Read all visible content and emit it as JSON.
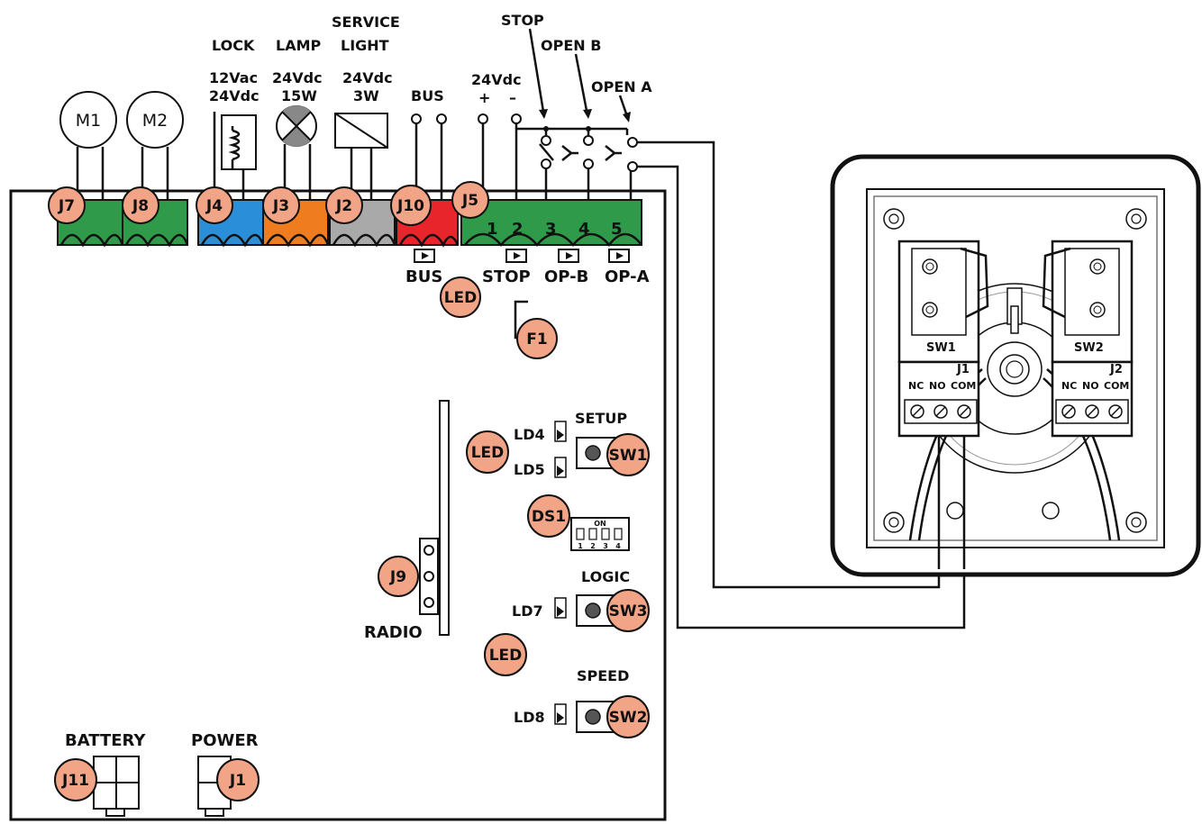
{
  "top_labels": {
    "lock": "LOCK",
    "lock_voltage_1": "12Vac",
    "lock_voltage_2": "24Vdc",
    "lamp": "LAMP",
    "lamp_voltage": "24Vdc",
    "lamp_power": "15W",
    "service_1": "SERVICE",
    "service_2": "LIGHT",
    "service_voltage": "24Vdc",
    "service_power": "3W",
    "bus": "BUS",
    "supply_voltage": "24Vdc",
    "plus": "+",
    "minus": "–",
    "stop": "STOP",
    "open_b": "OPEN B",
    "open_a": "OPEN A"
  },
  "motors": {
    "m1": "M1",
    "m2": "M2"
  },
  "connectors": {
    "j7": "J7",
    "j8": "J8",
    "j4": "J4",
    "j3": "J3",
    "j2": "J2",
    "j10": "J10",
    "j5": "J5",
    "j9": "J9",
    "j11": "J11",
    "j1": "J1"
  },
  "terminal_numbers": [
    "1",
    "2",
    "3",
    "4",
    "5"
  ],
  "indicator_labels": {
    "bus": "BUS",
    "stop": "STOP",
    "op_b": "OP-B",
    "op_a": "OP-A"
  },
  "components": {
    "led_1": "LED",
    "led_2": "LED",
    "led_3": "LED",
    "f1": "F1",
    "ds1": "DS1",
    "dip_on": "ON",
    "dip_numbers": [
      "1",
      "2",
      "3",
      "4"
    ],
    "sw1": "SW1",
    "sw2": "SW2",
    "sw3": "SW3",
    "ld4": "LD4",
    "ld5": "LD5",
    "ld7": "LD7",
    "ld8": "LD8",
    "setup": "SETUP",
    "logic": "LOGIC",
    "speed": "SPEED",
    "radio": "RADIO",
    "battery": "BATTERY",
    "power": "POWER"
  },
  "limit_switch_box": {
    "sw1": "SW1",
    "sw2": "SW2",
    "j1": "J1",
    "j2": "J2",
    "nc": "NC",
    "no": "NO",
    "com": "COM"
  },
  "colors": {
    "badge": "#f2a486",
    "green": "#2e9a4a",
    "blue": "#2a8fd8",
    "orange": "#ef7d1f",
    "gray": "#a9a9a9",
    "red": "#e8252b"
  }
}
